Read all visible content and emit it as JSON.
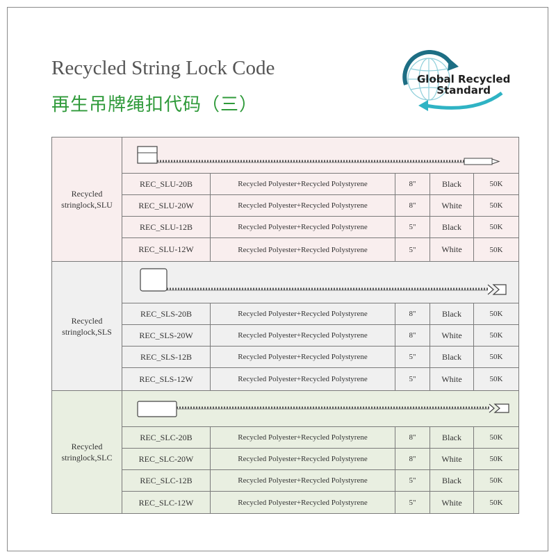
{
  "header": {
    "title_en": "Recycled String Lock Code",
    "title_cn": "再生吊牌绳扣代码（三）"
  },
  "logo": {
    "line1": "Global Recycled",
    "line2": "Standard",
    "colors": {
      "arc_dark": "#1d6e84",
      "arc_light": "#2fb3c4",
      "globe": "#7fc8d4"
    }
  },
  "colors": {
    "slu_bg": "#f9eeee",
    "sls_bg": "#f0f0f0",
    "slc_bg": "#e9efe1",
    "title_cn": "#2f9a3a"
  },
  "sections": [
    {
      "label_line1": "Recycled",
      "label_line2": "stringlock,SLU",
      "rows": [
        {
          "code": "REC_SLU-20B",
          "material": "Recycled Polyester+Recycled Polystyrene",
          "length": "8\"",
          "color": "Black",
          "qty": "50K"
        },
        {
          "code": "REC_SLU-20W",
          "material": "Recycled Polyester+Recycled Polystyrene",
          "length": "8\"",
          "color": "White",
          "qty": "50K"
        },
        {
          "code": "REC_SLU-12B",
          "material": "Recycled Polyester+Recycled Polystyrene",
          "length": "5\"",
          "color": "Black",
          "qty": "50K"
        },
        {
          "code": "REC_SLU-12W",
          "material": "Recycled Polyester+Recycled Polystyrene",
          "length": "5\"",
          "color": "White",
          "qty": "50K"
        }
      ]
    },
    {
      "label_line1": "Recycled",
      "label_line2": "stringlock,SLS",
      "rows": [
        {
          "code": "REC_SLS-20B",
          "material": "Recycled Polyester+Recycled Polystyrene",
          "length": "8\"",
          "color": "Black",
          "qty": "50K"
        },
        {
          "code": "REC_SLS-20W",
          "material": "Recycled Polyester+Recycled Polystyrene",
          "length": "8\"",
          "color": "White",
          "qty": "50K"
        },
        {
          "code": "REC_SLS-12B",
          "material": "Recycled Polyester+Recycled Polystyrene",
          "length": "5\"",
          "color": "Black",
          "qty": "50K"
        },
        {
          "code": "REC_SLS-12W",
          "material": "Recycled Polyester+Recycled Polystyrene",
          "length": "5\"",
          "color": "White",
          "qty": "50K"
        }
      ]
    },
    {
      "label_line1": "Recycled",
      "label_line2": "stringlock,SLC",
      "rows": [
        {
          "code": "REC_SLC-20B",
          "material": "Recycled Polyester+Recycled Polystyrene",
          "length": "8\"",
          "color": "Black",
          "qty": "50K"
        },
        {
          "code": "REC_SLC-20W",
          "material": "Recycled Polyester+Recycled Polystyrene",
          "length": "8\"",
          "color": "White",
          "qty": "50K"
        },
        {
          "code": "REC_SLC-12B",
          "material": "Recycled Polyester+Recycled Polystyrene",
          "length": "5\"",
          "color": "Black",
          "qty": "50K"
        },
        {
          "code": "REC_SLC-12W",
          "material": "Recycled Polyester+Recycled Polystyrene",
          "length": "5\"",
          "color": "White",
          "qty": "50K"
        }
      ]
    }
  ]
}
